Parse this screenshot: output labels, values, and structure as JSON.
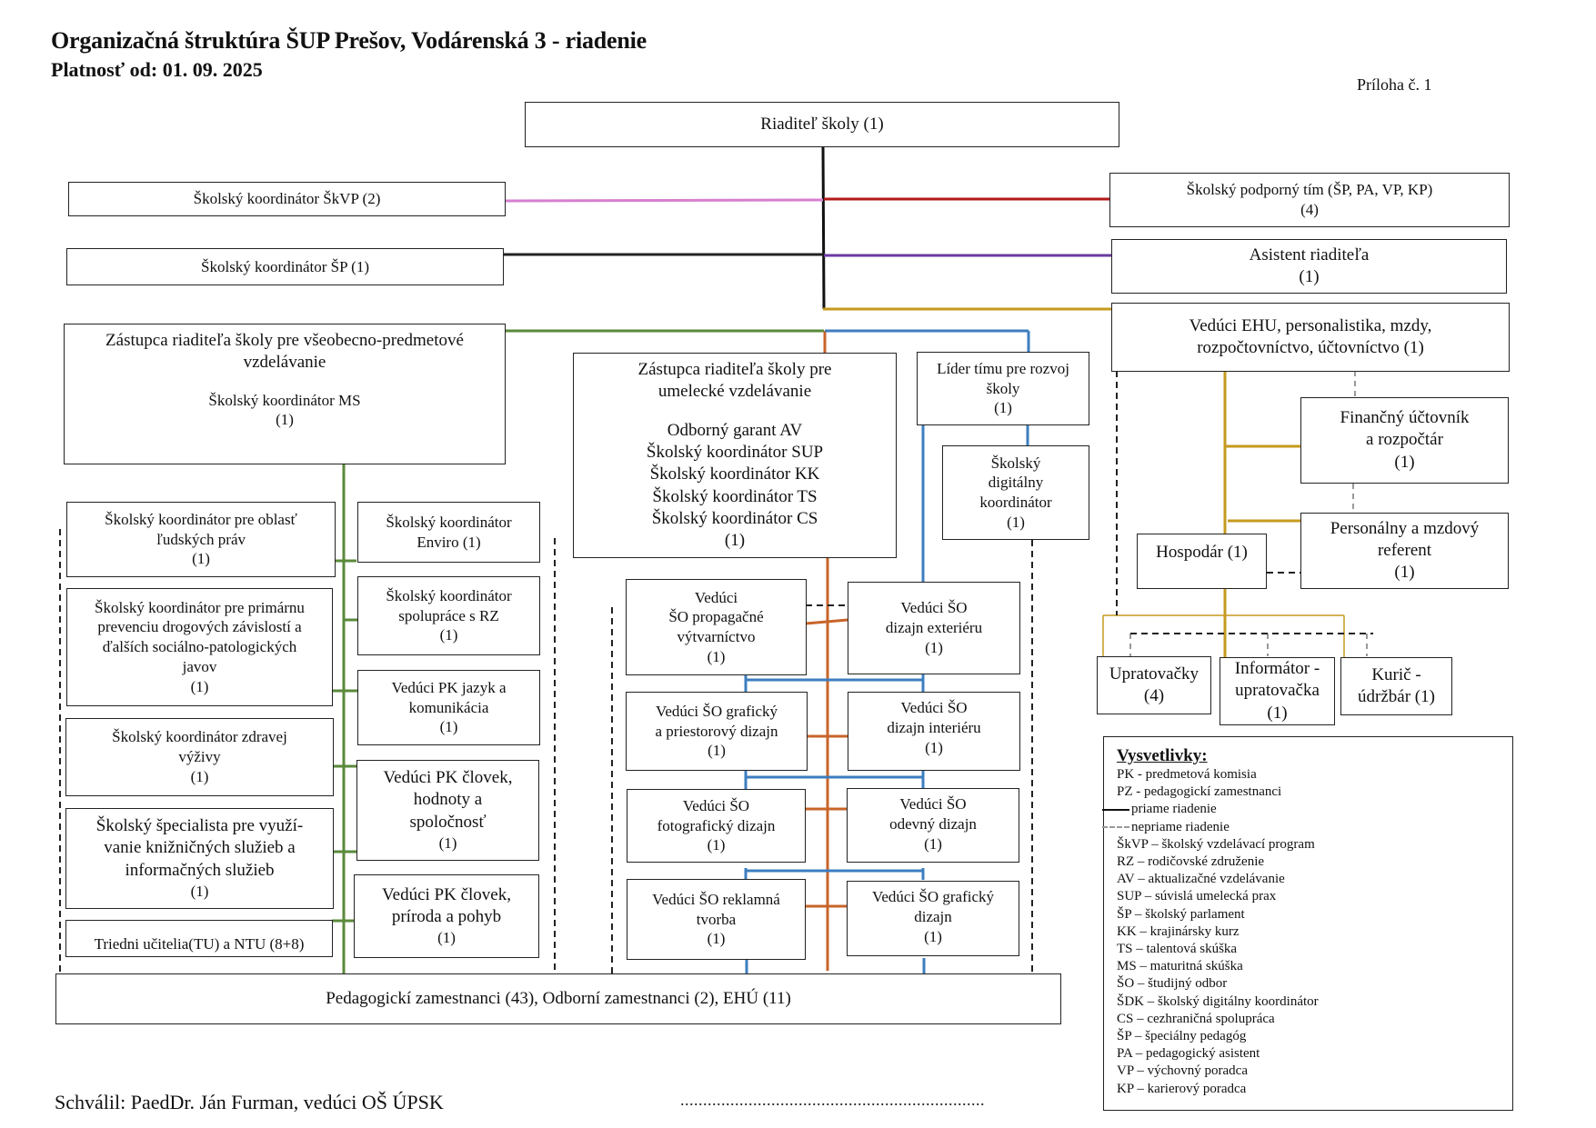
{
  "header": {
    "title": "Organizačná štruktúra ŠUP Prešov, Vodárenská 3 - riadenie",
    "valid_from": "Platnosť od: 01. 09. 2025",
    "annex": "Príloha č. 1"
  },
  "colors": {
    "direct_black": "#111111",
    "skvp_line": "#d67fcf",
    "support_team_line": "#b31a1a",
    "assistant_line": "#6a3aa0",
    "ehu_line": "#c59a1e",
    "general_deputy_line": "#5a8a3a",
    "art_deputy_line": "#c8642a",
    "leader_line": "#3d7ebf",
    "indirect_dash": "#999999"
  },
  "nodes": {
    "director": "Riaditeľ školy (1)",
    "coord_skvp": "Školský koordinátor ŠkVP (2)",
    "coord_sp": "Školský koordinátor ŠP (1)",
    "support_team": {
      "line1": "Školský podporný tím (ŠP, PA, VP, KP)",
      "line2": "(4)"
    },
    "assistant": {
      "line1": "Asistent riaditeľa",
      "line2": "(1)"
    },
    "ehu_head": {
      "line1": "Vedúci EHU, personalistika, mzdy,",
      "line2": "rozpočtovníctvo, účtovníctvo  (1)"
    },
    "deputy_general": {
      "line1": "Zástupca riaditeľa školy pre všeobecno-predmetové",
      "line2": "vzdelávanie",
      "line3": "Školský koordinátor MS",
      "line4": "(1)"
    },
    "deputy_art": {
      "line1": "Zástupca riaditeľa školy pre",
      "line2": "umelecké vzdelávanie",
      "line3": "Odborný garant AV",
      "line4": "Školský koordinátor SUP",
      "line5": "Školský koordinátor KK",
      "line6": "Školský koordinátor TS",
      "line7": "Školský koordinátor CS",
      "line8": "(1)"
    },
    "team_leader": {
      "line1": "Líder tímu pre rozvoj",
      "line2": "školy",
      "line3": "(1)"
    },
    "digital_coord": {
      "line1": "Školský",
      "line2": "digitálny",
      "line3": "koordinátor",
      "line4": "(1)"
    },
    "finance": {
      "line1": "Finančný účtovník",
      "line2": "a rozpočtár",
      "line3": "(1)"
    },
    "hr_payroll": {
      "line1": "Personálny a mzdový",
      "line2": "referent",
      "line3": "(1)"
    },
    "steward": "Hospodár (1)",
    "cleaners": {
      "line1": "Upratovačky",
      "line2": "(4)"
    },
    "info_cleaner": {
      "line1": "Informátor -",
      "line2": "upratovačka",
      "line3": "(1)"
    },
    "stoker": {
      "line1": "Kurič -",
      "line2": "údržbár (1)"
    },
    "left_col": [
      {
        "line1": "Školský koordinátor pre oblasť",
        "line2": "ľudských práv",
        "line3": "(1)"
      },
      {
        "line1": "Školský koordinátor pre primárnu",
        "line2": "prevenciu drogových závislostí a",
        "line3": "ďalších sociálno-patologických",
        "line4": "javov",
        "line5": "(1)"
      },
      {
        "line1": "Školský koordinátor zdravej",
        "line2": "výživy",
        "line3": "(1)"
      },
      {
        "line1": "Školský špecialista pre využí-",
        "line2": "vanie knižničných služieb a",
        "line3": "informačných služieb",
        "line4": "(1)"
      },
      {
        "line1": "Triedni učitelia(TU) a NTU (8+8)"
      }
    ],
    "mid_col": [
      {
        "line1": "Školský koordinátor",
        "line2": "Enviro (1)"
      },
      {
        "line1": "Školský koordinátor",
        "line2": "spolupráce s RZ",
        "line3": "(1)"
      },
      {
        "line1": "Vedúci PK jazyk a",
        "line2": "komunikácia",
        "line3": "(1)"
      },
      {
        "line1": "Vedúci PK človek,",
        "line2": "hodnoty a",
        "line3": "spoločnosť",
        "line4": "(1)"
      },
      {
        "line1": "Vedúci PK človek,",
        "line2": "príroda a pohyb",
        "line3": "(1)"
      }
    ],
    "art_left": [
      {
        "line1": "Vedúci",
        "line2": "ŠO propagačné",
        "line3": "výtvarníctvo",
        "line4": "(1)"
      },
      {
        "line1": "Vedúci ŠO grafický",
        "line2": "a priestorový dizajn",
        "line3": "(1)"
      },
      {
        "line1": "Vedúci ŠO",
        "line2": "fotografický dizajn",
        "line3": "(1)"
      },
      {
        "line1": "Vedúci ŠO reklamná",
        "line2": "tvorba",
        "line3": "(1)"
      }
    ],
    "art_right": [
      {
        "line1": "Vedúci ŠO",
        "line2": "dizajn exteriéru",
        "line3": "(1)"
      },
      {
        "line1": "Vedúci ŠO",
        "line2": "dizajn interiéru",
        "line3": "(1)"
      },
      {
        "line1": "Vedúci ŠO",
        "line2": "odevný dizajn",
        "line3": "(1)"
      },
      {
        "line1": "Vedúci ŠO grafický",
        "line2": "dizajn",
        "line3": "(1)"
      }
    ],
    "staff_total": "Pedagogickí zamestnanci (43), Odborní zamestnanci (2), EHÚ (11)"
  },
  "legend": {
    "heading": "Vysvetlivky:",
    "line_solid": "priame riadenie",
    "line_dashed": "nepriame riadenie",
    "items": [
      "PK - predmetová komisia",
      "PZ - pedagogickí zamestnanci",
      "ŠkVP – školský vzdelávací program",
      "RZ – rodičovské združenie",
      "AV – aktualizačné vzdelávanie",
      "SUP – súvislá umelecká prax",
      "ŠP – školský parlament",
      "KK – krajinársky kurz",
      "TS – talentová skúška",
      "MS – maturitná skúška",
      "ŠO – študijný odbor",
      "ŠDK – školský digitálny koordinátor",
      "CS – cezhraničná spolupráca",
      "ŠP – špeciálny pedagóg",
      "PA – pedagogický asistent",
      "VP – výchovný poradca",
      "KP – karierový poradca"
    ]
  },
  "footer": {
    "approved_by": "Schválil: PaedDr. Ján Furman, vedúci OŠ ÚPSK",
    "signature_line": "..................................................................."
  }
}
